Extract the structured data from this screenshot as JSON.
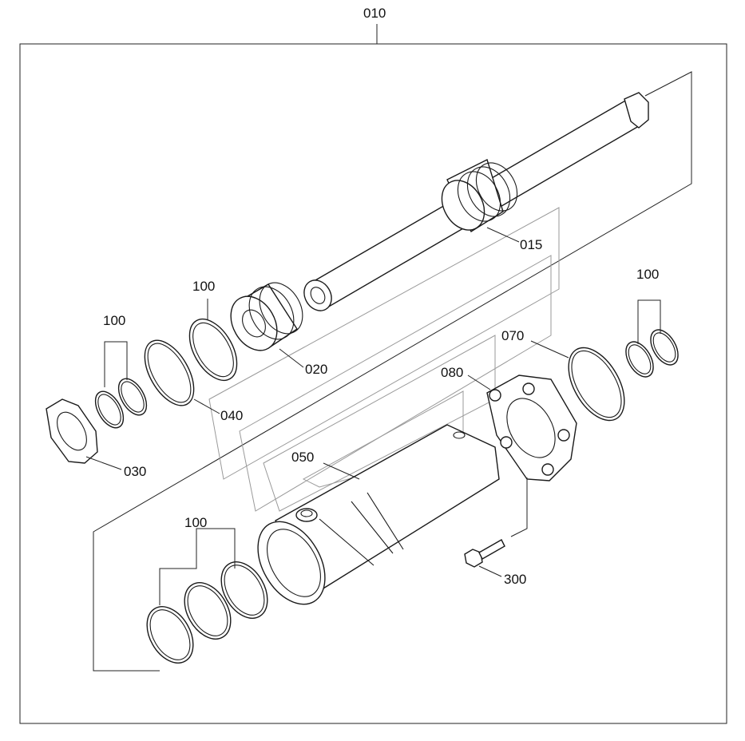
{
  "diagram": {
    "labels": {
      "assembly": "010",
      "rod": "015",
      "piston": "020",
      "lock_washer": "030",
      "piston_ring": "040",
      "tube": "050",
      "snap_ring": "070",
      "bushing": "080",
      "seal_kit_left": "100",
      "seal_kit_piston": "100",
      "seal_kit_right": "100",
      "seal_kit_bottom": "100",
      "bolt": "300"
    }
  }
}
